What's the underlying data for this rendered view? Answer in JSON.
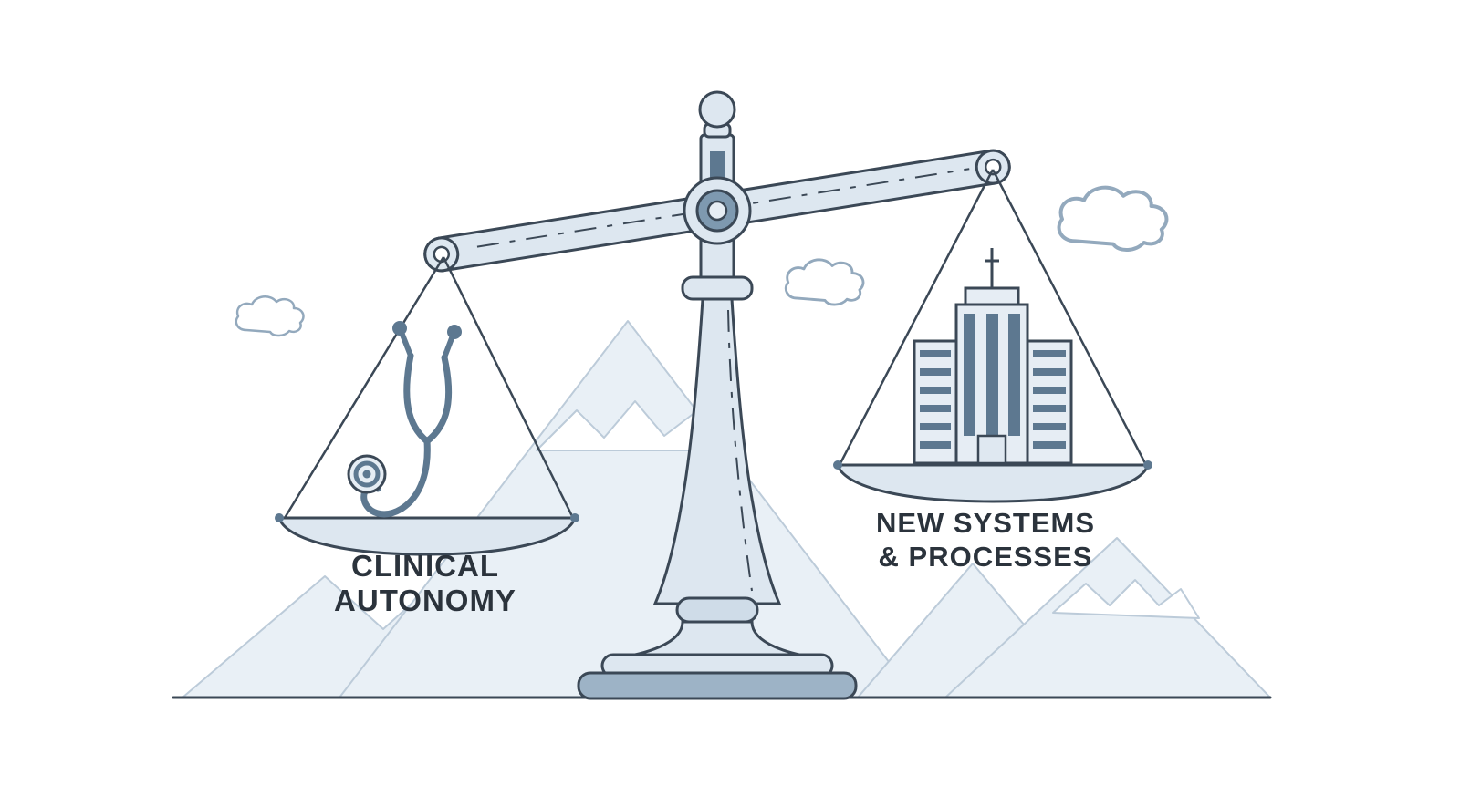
{
  "scale": {
    "left_pan": {
      "label_line1": "CLINICAL",
      "label_line2": "AUTONOMY",
      "icon": "stethoscope-icon",
      "position": "lower"
    },
    "right_pan": {
      "label_line1": "NEW SYSTEMS",
      "label_line2": "& PROCESSES",
      "icon": "building-icon",
      "position": "higher"
    }
  },
  "background": {
    "elements": [
      "mountains",
      "clouds",
      "ground-line"
    ]
  },
  "colors": {
    "outline": "#3b4856",
    "steel_accent": "#5d7890",
    "metal_light": "#dde7f0",
    "base_dark": "#9db3c6",
    "mountain_fill": "#e9f0f6",
    "mountain_stroke": "#bccbd9",
    "cloud_stroke": "#93a9bd",
    "text": "#2b333c",
    "background": "#ffffff"
  }
}
